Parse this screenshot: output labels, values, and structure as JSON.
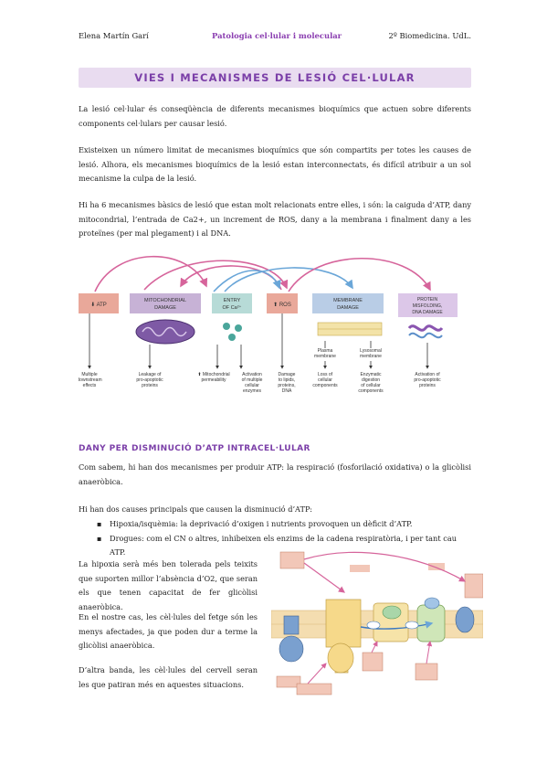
{
  "header": {
    "author": "Elena Martín Garí",
    "subject": "Patologia cel·lular i molecular",
    "course": "2º Biomedicina. UdL."
  },
  "title": "VIES I MECANISMES DE LESIÓ CEL·LULAR",
  "paragraphs": {
    "p1": "La lesió cel·lular és conseqüència de diferents mecanismes bioquímics que actuen sobre diferents components cel·lulars per causar lesió.",
    "p2": "Existeixen un número limitat de mecanismes bioquímics que són compartits per totes les causes de lesió. Alhora, els mecanismes bioquímics de la lesió estan interconnectats, és difícil atribuir a un sol mecanisme la culpa de la lesió.",
    "p3": "Hi ha 6 mecanismes bàsics de lesió que estan molt relacionats entre elles, i són: la caiguda d’ATP, dany mitocondrial, l’entrada de Ca2+, un increment de ROS, dany a la membrana i finalment dany a les proteïnes (per mal plegament) i al DNA."
  },
  "figure1": {
    "boxes": [
      {
        "label": "ATP"
      },
      {
        "label": "MITOCHONDRIAL DAMAGE"
      },
      {
        "label": "ENTRY OF Ca²⁺"
      },
      {
        "label": "ROS"
      },
      {
        "label": "MEMBRANE DAMAGE"
      },
      {
        "label": "PROTEIN MISFOLDING, DNA DAMAGE"
      }
    ],
    "sublabels": {
      "plasma": "Plasma membrane",
      "lysosomal": "Lysosomal membrane"
    },
    "outcomes": [
      "Multiple downstream effects",
      "Leakage of pro-apoptotic proteins",
      "Mitochondrial permeability",
      "Activation of multiple cellular enzymes",
      "Damage to lipids, proteins, DNA",
      "Loss of cellular components",
      "Enzymatic digestion of cellular components",
      "Activation of pro-apoptotic proteins"
    ]
  },
  "section": {
    "heading": "DANY PER DISMINUCIÓ D’ATP INTRACEL·LULAR",
    "p4": "Com sabem, hi han dos mecanismes per produir ATP: la respiració (fosforilació oxidativa) o la glicòlisi anaeròbica.",
    "p5": "Hi han dos causes principals que causen la disminució d’ATP:",
    "bullets": [
      "Hipoxia/isquèmia: la deprivació d’oxigen i nutrients provoquen un dèficit d’ATP.",
      "Drogues: com el CN o altres, inhibeixen els enzims de la cadena respiratòria, i per tant cau ATP."
    ],
    "side1": "La hipoxia serà més ben tolerada pels teixits que suporten millor l’absència d’O2, que seran els que tenen capacitat de fer glicòlisi anaeròbica.",
    "side2": "En el nostre cas, les cèl·lules del fetge són les menys afectades, ja que poden dur a terme la glicòlisi anaeròbica.",
    "side3": "D’altra banda, les cèl·lules del cervell seran les que patiran més en aquestes situacions."
  },
  "colors": {
    "accent": "#7b3fa8",
    "band": "#e9dcf0",
    "box_red": "#e9a89a",
    "box_mito": "#c7b2d6",
    "box_teal": "#b7dbd7",
    "box_membrane": "#b9cde6",
    "box_protein": "#dcc7e8"
  }
}
